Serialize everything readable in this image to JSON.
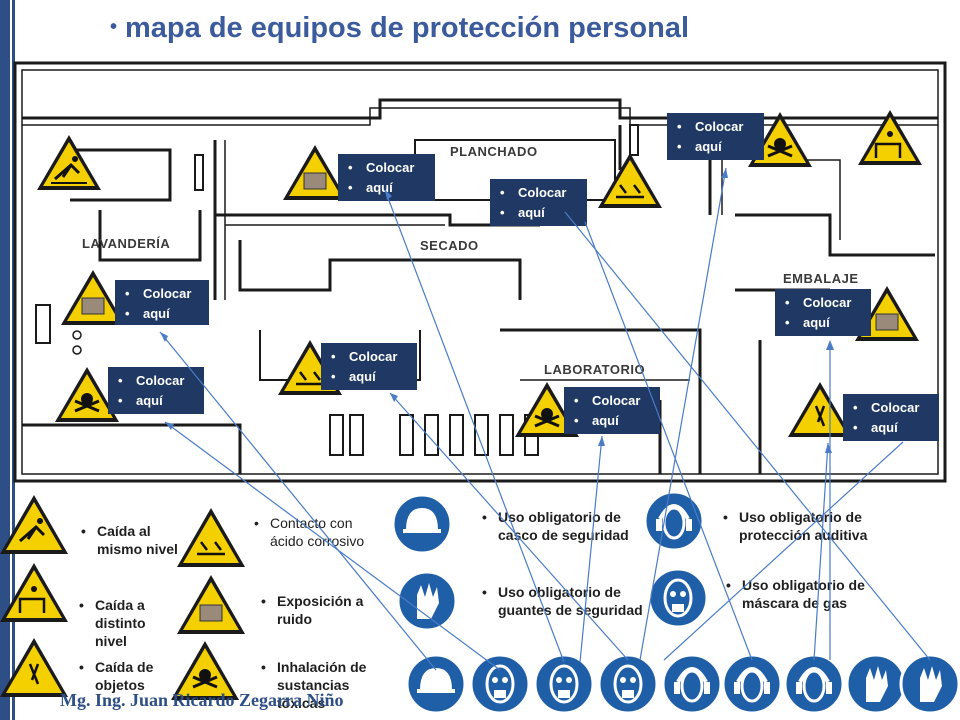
{
  "title": "mapa de equipos de protección personal",
  "map": {
    "rooms": [
      "PLANCHADO",
      "LAVANDERÍA",
      "SECADO",
      "LABORATORIO",
      "EMBALAJE"
    ]
  },
  "callout": {
    "line1": "Colocar",
    "line2": "aquí"
  },
  "hazard_legend": [
    {
      "label": "Caída al mismo nivel",
      "icon": "slip-hazard-icon"
    },
    {
      "label": "Caída a distinto nivel",
      "icon": "fall-from-height-icon"
    },
    {
      "label": "Caída de objetos",
      "icon": "falling-objects-icon"
    },
    {
      "label": "Contacto con ácido corrosivo",
      "icon": "corrosive-icon"
    },
    {
      "label": "Exposición a ruido",
      "icon": "noise-icon"
    },
    {
      "label": "Inhalación de sustancias tóxicas",
      "icon": "toxic-icon"
    }
  ],
  "ppe_legend": [
    {
      "label": "Uso obligatorio de casco de seguridad",
      "icon": "hard-hat-icon"
    },
    {
      "label": "Uso obligatorio de guantes de seguridad",
      "icon": "gloves-icon"
    },
    {
      "label": "Uso obligatorio de protección auditiva",
      "icon": "ear-protection-icon"
    },
    {
      "label": "Uso obligatorio de máscara de gas",
      "icon": "gas-mask-icon"
    }
  ],
  "ppe_row": [
    "hard-hat-icon",
    "gas-mask-icon",
    "gas-mask-icon",
    "gas-mask-icon",
    "ear-protection-icon",
    "ear-protection-icon",
    "ear-protection-icon",
    "gloves-icon",
    "gloves-icon"
  ],
  "footer": "Mg. Ing. Juan Ricardo Zegarra Niño",
  "colors": {
    "accent": "#3b5b9d",
    "callout": "#1f3864",
    "mandatory": "#1f5fa8",
    "warning": "#f5d000"
  }
}
